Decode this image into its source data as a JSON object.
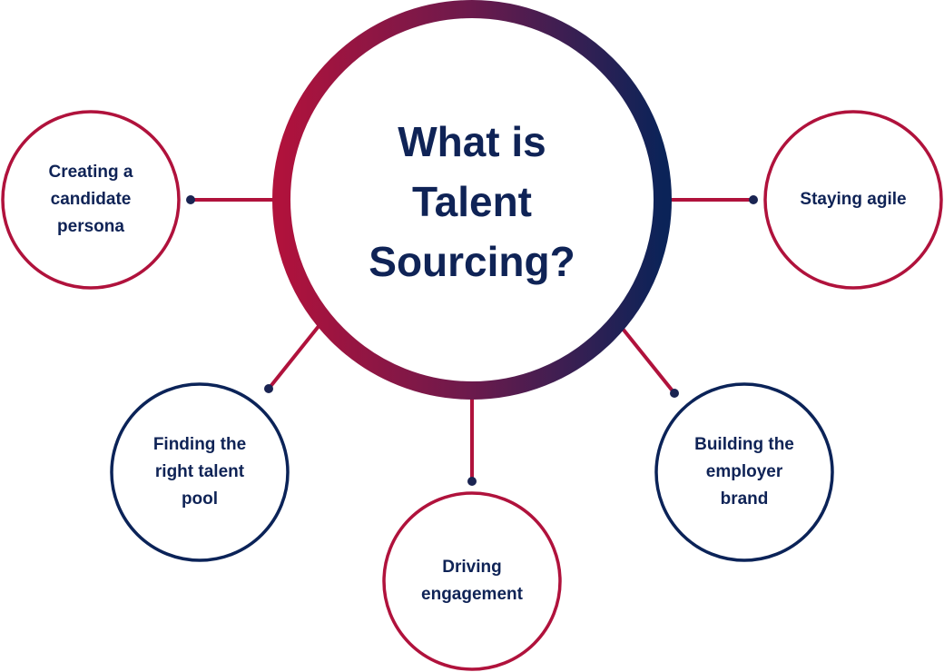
{
  "colors": {
    "crimson": "#b0123c",
    "navy": "#0b2358",
    "text": "#0f2356",
    "dot": "#1a2452",
    "background": "#ffffff"
  },
  "center": {
    "title_lines": [
      "What is",
      "Talent",
      "Sourcing?"
    ]
  },
  "nodes": [
    {
      "id": "creating-candidate-persona",
      "lines": [
        "Creating a",
        "candidate",
        "persona"
      ],
      "border": "crimson",
      "position": "left"
    },
    {
      "id": "staying-agile",
      "lines": [
        "Staying agile"
      ],
      "border": "crimson",
      "position": "right"
    },
    {
      "id": "finding-right-talent-pool",
      "lines": [
        "Finding the",
        "right talent",
        "pool"
      ],
      "border": "navy",
      "position": "bottom-left"
    },
    {
      "id": "driving-engagement",
      "lines": [
        "Driving",
        "engagement"
      ],
      "border": "crimson",
      "position": "bottom"
    },
    {
      "id": "building-employer-brand",
      "lines": [
        "Building the",
        "employer",
        "brand"
      ],
      "border": "navy",
      "position": "bottom-right"
    }
  ]
}
